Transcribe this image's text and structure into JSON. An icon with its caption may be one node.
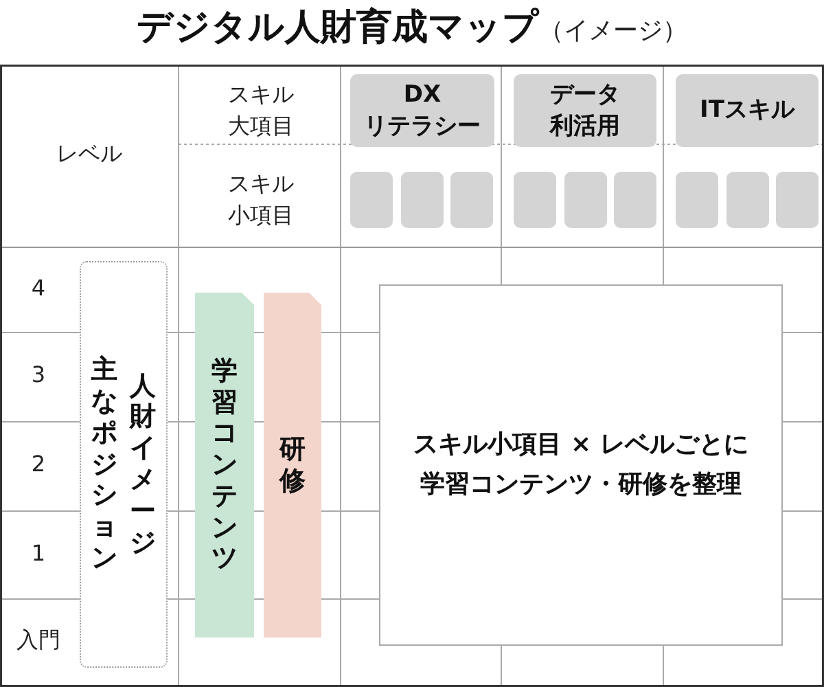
{
  "diagram": {
    "title": "**デジタル人財育成マップ**（イメージ）",
    "nodes": [
      {
        "text": [
          "DX リテラシー"
        ]
      },
      {
        "text": [
          "データ利活用"
        ]
      },
      {
        "text": [
          "ITスキル"
        ]
      },
      {
        "text": [],
        "shape": "box"
      },
      {
        "text": [],
        "shape": "box"
      },
      {
        "text": [],
        "shape": "box"
      },
      {
        "text": [],
        "shape": "box"
      },
      {
        "text": [],
        "shape": "box"
      },
      {
        "text": [],
        "shape": "box"
      },
      {
        "text": [],
        "shape": "box"
      },
      {
        "text": [],
        "shape": "box"
      },
      {
        "text": [],
        "shape": "box"
      },
      {
        "text": [
          "主なポジション",
          "人財イメージ"
        ]
      },
      {
        "text": [
          "学習コンテンツ"
        ]
      },
      {
        "text": [
          "研修"
        ]
      },
      {
        "text": [
          "スキル小項目 × レベルごとに学習コンテンツ・研修を整理"
        ]
      }
    ],
    "edges": [],
    "labels": [
      "スキル大項目",
      "レベル",
      "スキル小項目",
      "4",
      "3",
      "2",
      "1",
      "入門"
    ]
  }
}
